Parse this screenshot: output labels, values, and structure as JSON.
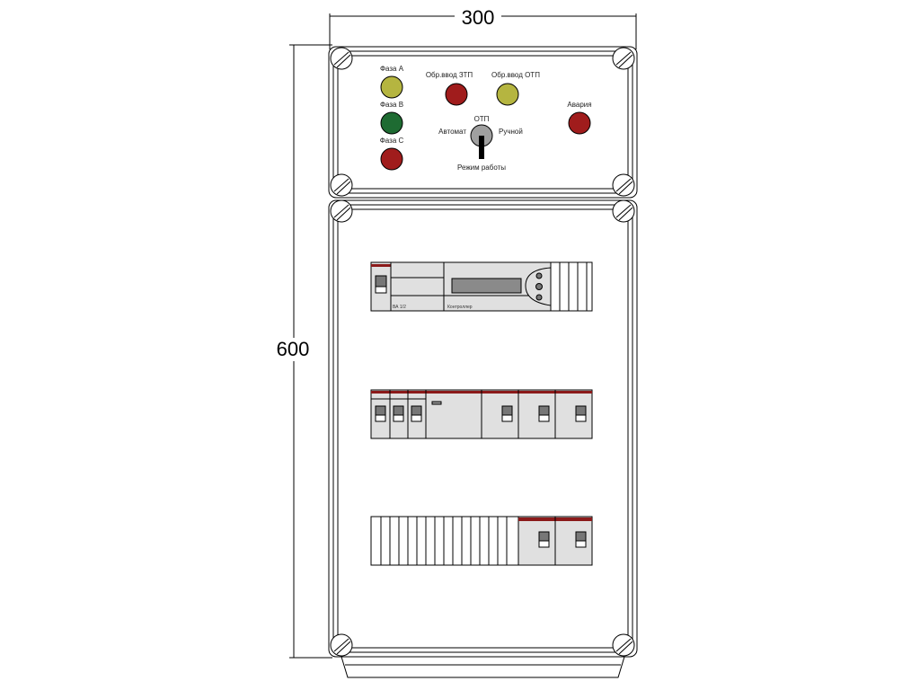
{
  "dimensions": {
    "width": "300",
    "height": "600"
  },
  "indicators": {
    "phase_a": {
      "label": "Фаза А",
      "color": "#b5b540"
    },
    "phase_b": {
      "label": "Фаза В",
      "color": "#1e6b32"
    },
    "phase_c": {
      "label": "Фаза С",
      "color": "#a01c1c"
    },
    "fault_ztp": {
      "label": "Обр.ввод ЗТП",
      "color": "#a01c1c"
    },
    "fault_otp": {
      "label": "Обр.ввод ОТП",
      "color": "#b5b540"
    },
    "alarm": {
      "label": "Авария",
      "color": "#a01c1c"
    }
  },
  "switch": {
    "title": "ОТП",
    "left": "Автомат",
    "right": "Ручной",
    "caption": "Режим работы"
  },
  "devices": {
    "controller_left": "ВА 1/2",
    "controller_right": "Контроллер"
  }
}
